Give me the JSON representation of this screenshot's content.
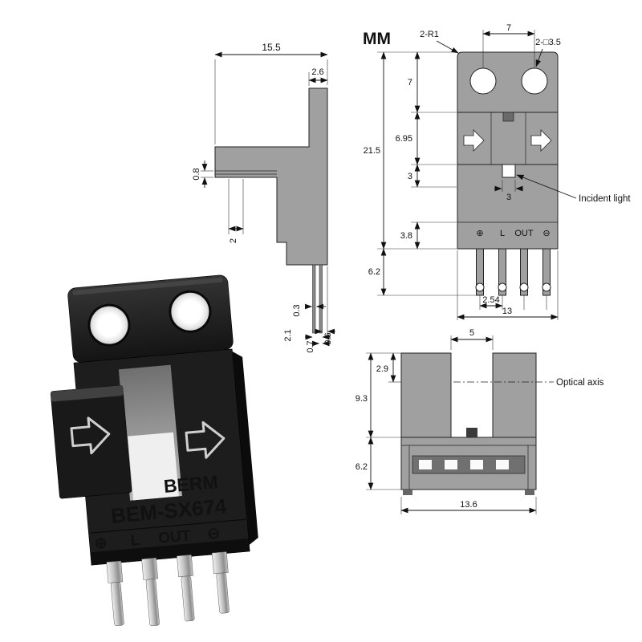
{
  "meta": {
    "unit_label": "MM"
  },
  "side_view": {
    "d_depth": "15.5",
    "d_tab": "2.6",
    "d_wall": "0.8",
    "d_slot": "2",
    "d_pin_t": "0.3",
    "d_pin_span": "2.1",
    "d_pin_w": "0.7",
    "d_pin_edge": "0.6"
  },
  "front_view": {
    "callout_radius": "2-R1",
    "callout_holes": "2-□3.5",
    "d_hole_pitch": "7",
    "d_head": "7",
    "d_total_h": "21.5",
    "d_mid": "6.95",
    "d_low": "3",
    "d_window": "3",
    "incident_label": "Incident light",
    "d_base": "3.8",
    "d_pins_h": "6.2",
    "d_pin_pitch": "2.54",
    "d_width": "13",
    "terminals": [
      "⊕",
      "L",
      "OUT",
      "⊖"
    ]
  },
  "bottom_view": {
    "d_slot": "5",
    "d_axis_depth": "2.9",
    "d_upper": "9.3",
    "d_lower": "6.2",
    "d_width": "13.6",
    "axis_label": "Optical axis"
  },
  "product": {
    "brand": "BERM",
    "model": "BEM-SX674",
    "terminals": [
      "⊕",
      "L",
      "OUT",
      "⊖"
    ]
  }
}
